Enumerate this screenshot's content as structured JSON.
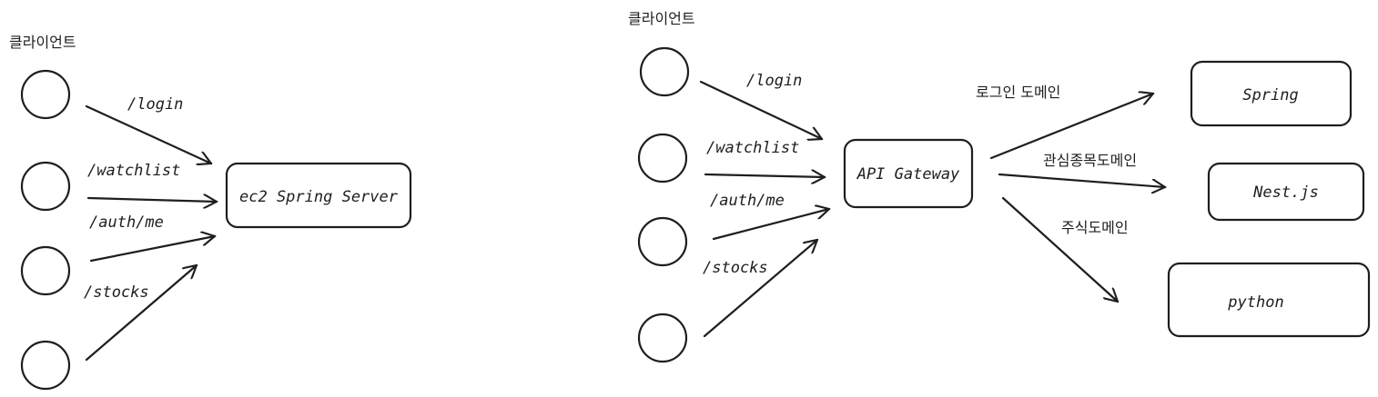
{
  "left": {
    "client_label": "클라이언트",
    "routes": [
      "/login",
      "/watchlist",
      "/auth/me",
      "/stocks"
    ],
    "server_label": "ec2 Spring Server"
  },
  "right": {
    "client_label": "클라이언트",
    "routes": [
      "/login",
      "/watchlist",
      "/auth/me",
      "/stocks"
    ],
    "gateway_label": "API Gateway",
    "domains": [
      "로그인 도메인",
      "관심종목도메인",
      "주식도메인"
    ],
    "services": [
      "Spring",
      "Nest.js",
      "python"
    ]
  }
}
